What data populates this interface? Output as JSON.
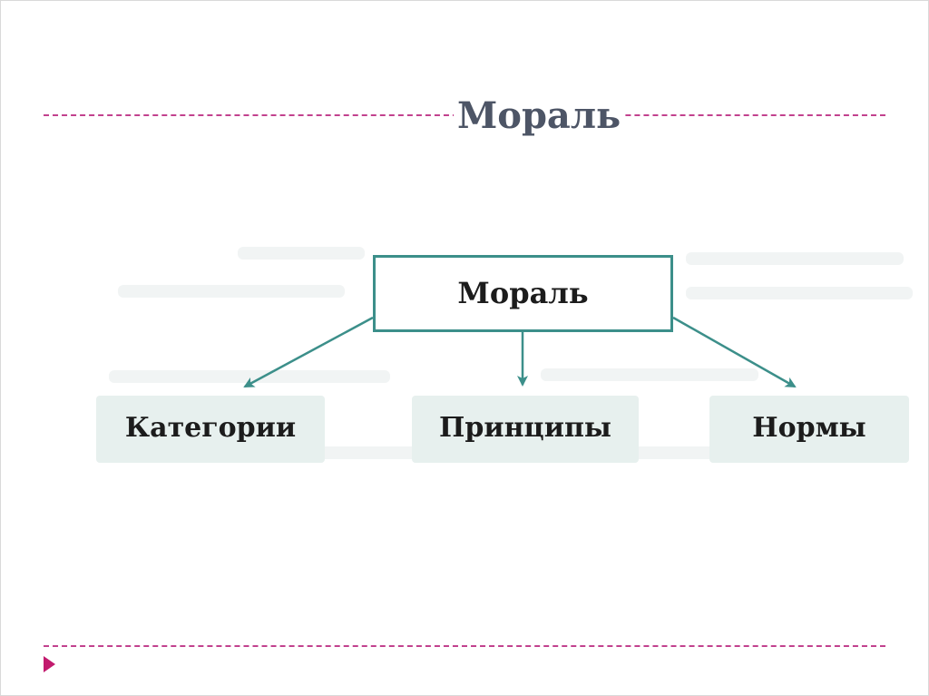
{
  "slide": {
    "title": "Мораль",
    "rule_color": "#c2418e",
    "nav_icon": "next-slide-icon"
  },
  "diagram": {
    "root": "Мораль",
    "children": [
      "Категории",
      "Принципы",
      "Нормы"
    ],
    "connector": "arrow",
    "colors": {
      "box_border": "#3c8f8a",
      "arrow": "#3c8f8a",
      "label_fill": "#e7f0ee",
      "text": "#1c1c1c"
    }
  }
}
